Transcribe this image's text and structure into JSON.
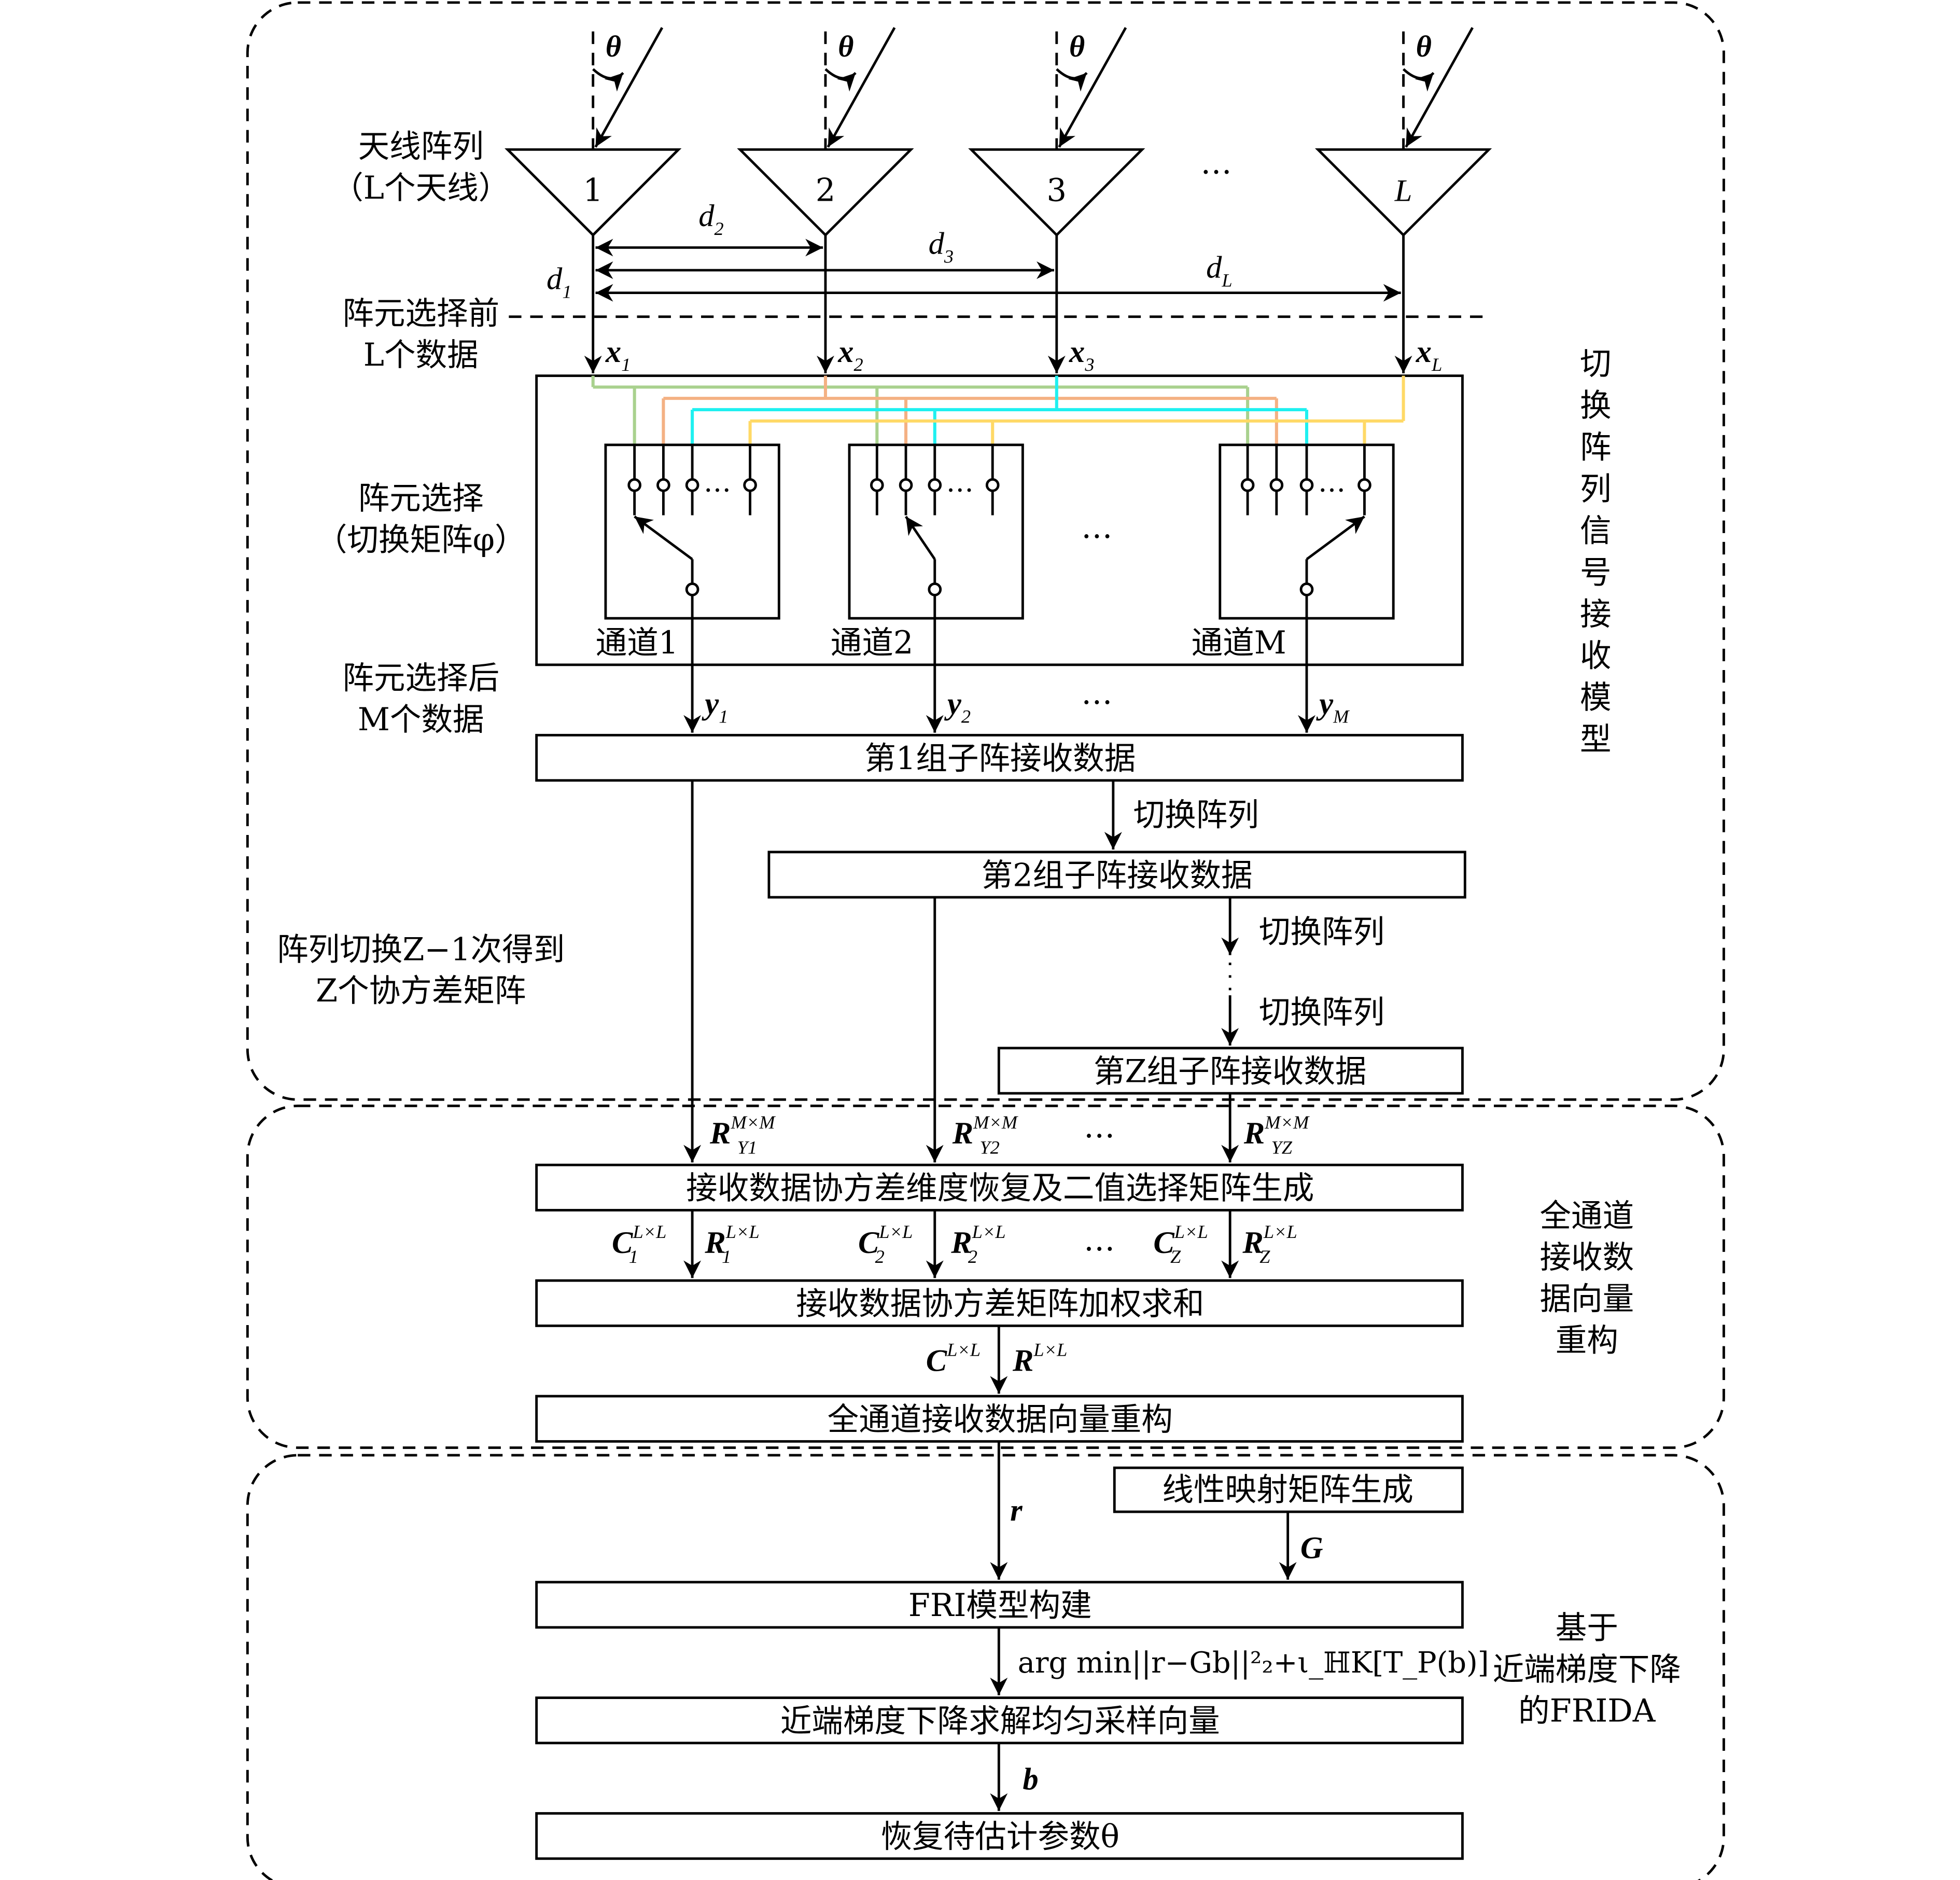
{
  "colors": {
    "green": "#a9d18e",
    "orange": "#f4b183",
    "cyan": "#1ff0f0",
    "yellow": "#ffd966"
  },
  "antennas": [
    {
      "label": "1",
      "angle": "θ",
      "out": {
        "base": "x",
        "sub": "1"
      }
    },
    {
      "label": "2",
      "angle": "θ",
      "out": {
        "base": "x",
        "sub": "2"
      }
    },
    {
      "label": "3",
      "angle": "θ",
      "out": {
        "base": "x",
        "sub": "3"
      }
    },
    {
      "label": "L",
      "angle": "θ",
      "out": {
        "base": "x",
        "sub": "L"
      }
    }
  ],
  "antenna_ellipsis": "…",
  "distances": [
    {
      "base": "d",
      "sub": "1"
    },
    {
      "base": "d",
      "sub": "2"
    },
    {
      "base": "d",
      "sub": "3"
    },
    {
      "base": "d",
      "sub": "L"
    }
  ],
  "left_labels": {
    "antenna_array": [
      "天线阵列",
      "（L个天线）"
    ],
    "before_select": [
      "阵元选择前",
      "L个数据"
    ],
    "element_select": [
      "阵元选择",
      "（切换矩阵φ）"
    ],
    "after_select": [
      "阵元选择后",
      "M个数据"
    ],
    "switching": [
      "阵列切换Z−1次得到",
      "Z个协方差矩阵"
    ]
  },
  "channels": [
    {
      "label": "通道1",
      "out": {
        "base": "y",
        "sub": "1"
      }
    },
    {
      "label": "通道2",
      "out": {
        "base": "y",
        "sub": "2"
      }
    },
    {
      "label": "通道M",
      "out": {
        "base": "y",
        "sub": "M"
      }
    }
  ],
  "ellipsis": "…",
  "flow": {
    "sub1": "第1组子阵接收数据",
    "sub2": "第2组子阵接收数据",
    "subZ": "第Z组子阵接收数据",
    "switch1": "切换阵列",
    "switch2": "切换阵列",
    "switch3": "切换阵列",
    "cov_labels": [
      {
        "base": "R",
        "sup": "M×M",
        "sub": "Y1"
      },
      {
        "base": "R",
        "sup": "M×M",
        "sub": "Y2"
      },
      {
        "base": "R",
        "sup": "M×M",
        "sub": "YZ"
      }
    ],
    "recover": "接收数据协方差维度恢复及二值选择矩阵生成",
    "cr_labels": [
      {
        "c": "C",
        "r": "R",
        "sup": "L×L",
        "sub": "1"
      },
      {
        "c": "C",
        "r": "R",
        "sup": "L×L",
        "sub": "2"
      },
      {
        "c": "C",
        "r": "R",
        "sup": "L×L",
        "sub": "Z"
      }
    ],
    "weighted_sum": "接收数据协方差矩阵加权求和",
    "cr_total": {
      "c": "C",
      "r": "R",
      "sup": "L×L"
    },
    "reconstruct": "全通道接收数据向量重构",
    "r_label": "r",
    "linear_map": "线性映射矩阵生成",
    "g_label": "G",
    "fri": "FRI模型构建",
    "objective": "arg min||r−Gb||²₂+ι_ℍK[T_P(b)]",
    "pgd": "近端梯度下降求解均匀采样向量",
    "b_label": "b",
    "final": "恢复待估计参数θ"
  },
  "right_labels": {
    "stage1": "切换阵列信号接收模型",
    "stage2": [
      "全通道",
      "接收数",
      "据向量",
      "重构"
    ],
    "stage3": [
      "基于",
      "近端梯度下降",
      "的FRIDA"
    ]
  }
}
